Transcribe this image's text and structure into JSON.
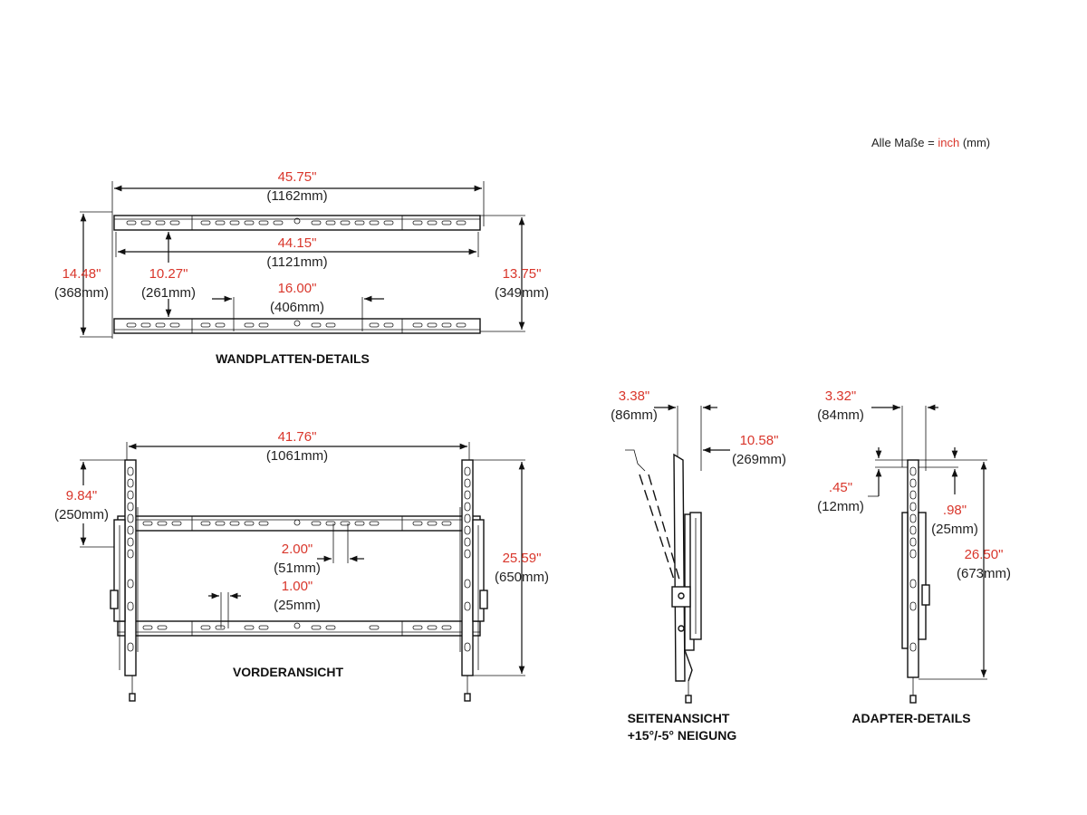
{
  "note": {
    "prefix": "Alle Maße  = ",
    "unit_in": "inch",
    "unit_mm": " (mm)"
  },
  "titles": {
    "wallplate": "WANDPLATTEN-DETAILS",
    "front": "VORDERANSICHT",
    "side_line1": "SEITENANSICHT",
    "side_line2": "+15°/-5° NEIGUNG",
    "adapter": "ADAPTER-DETAILS"
  },
  "dims": {
    "wp_total_width": {
      "in": "45.75\"",
      "mm": "(1162mm)"
    },
    "wp_inner_width": {
      "in": "44.15\"",
      "mm": "(1121mm)"
    },
    "wp_total_height": {
      "in": "14.48\"",
      "mm": "(368mm)"
    },
    "wp_rail_gap": {
      "in": "10.27\"",
      "mm": "(261mm)"
    },
    "wp_stud_spacing": {
      "in": "16.00\"",
      "mm": "(406mm)"
    },
    "wp_right_height": {
      "in": "13.75\"",
      "mm": "(349mm)"
    },
    "fv_width": {
      "in": "41.76\"",
      "mm": "(1061mm)"
    },
    "fv_top_offset": {
      "in": "9.84\"",
      "mm": "(250mm)"
    },
    "fv_height": {
      "in": "25.59\"",
      "mm": "(650mm)"
    },
    "fv_slot_2": {
      "in": "2.00\"",
      "mm": "(51mm)"
    },
    "fv_slot_1": {
      "in": "1.00\"",
      "mm": "(25mm)"
    },
    "sv_depth_min": {
      "in": "3.38\"",
      "mm": "(86mm)"
    },
    "sv_depth_max": {
      "in": "10.58\"",
      "mm": "(269mm)"
    },
    "ad_width": {
      "in": "3.32\"",
      "mm": "(84mm)"
    },
    "ad_offset": {
      "in": ".45\"",
      "mm": "(12mm)"
    },
    "ad_hook": {
      "in": ".98\"",
      "mm": "(25mm)"
    },
    "ad_height": {
      "in": "26.50\"",
      "mm": "(673mm)"
    }
  },
  "colors": {
    "dimension_inch": "#d9362b",
    "dimension_mm": "#222222",
    "line": "#111111"
  }
}
